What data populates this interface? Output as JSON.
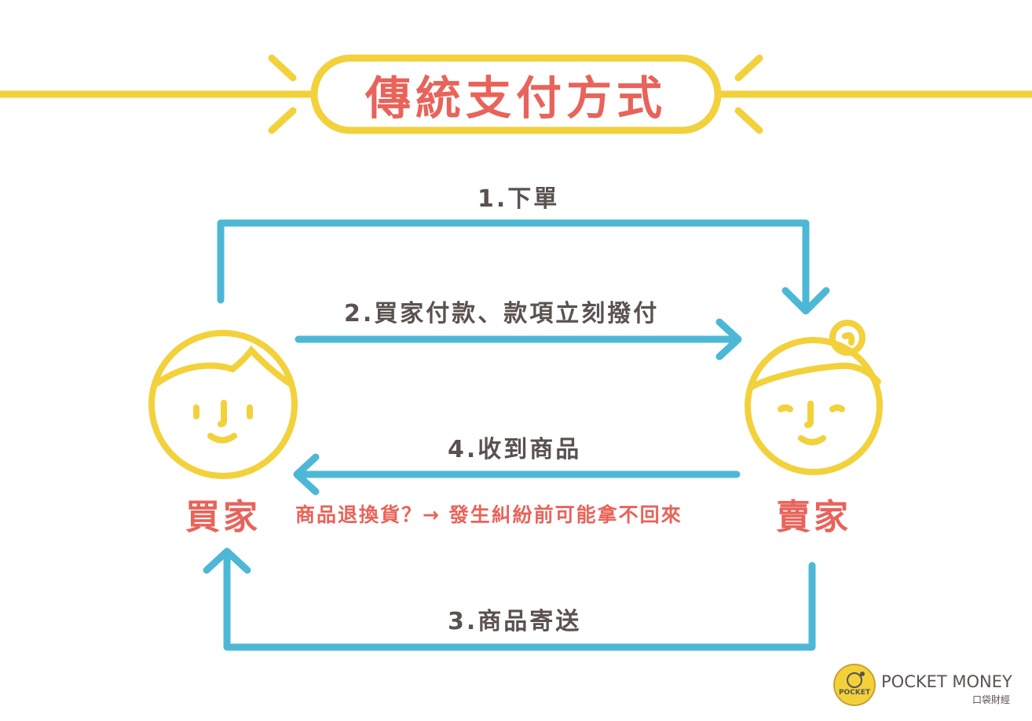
{
  "title": "傳統支付方式",
  "steps": {
    "step1": "1.下單",
    "step2": "2.買家付款、款項立刻撥付",
    "step3": "3.商品寄送",
    "step4": "4.收到商品"
  },
  "roles": {
    "buyer": "買家",
    "seller": "賣家"
  },
  "note": "商品退換貨？→ 發生糾紛前可能拿不回來",
  "brand": {
    "name": "POCKET MONEY",
    "subtitle": "口袋財經",
    "logo_text": "POCKET"
  },
  "colors": {
    "yellow": "#F2D13B",
    "blue": "#4DB8D6",
    "red": "#E8635A",
    "text": "#5A5250"
  }
}
